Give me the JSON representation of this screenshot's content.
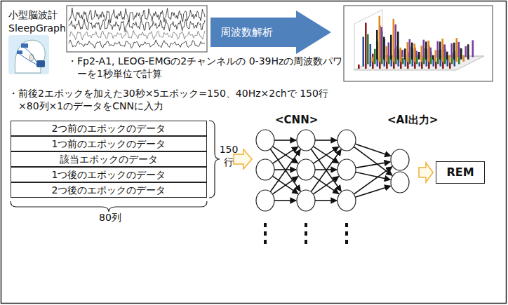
{
  "diagram": {
    "nodes": [
      {
        "text": [
          "周波数解析"
        ]
      },
      {
        "text": [
          "2つ前のエポックのデータ"
        ]
      },
      {
        "text": [
          "1つ前のエポックのデータ"
        ]
      },
      {
        "text": [
          "該当エポックのデータ"
        ]
      },
      {
        "text": [
          "1つ後のエポックのデータ"
        ]
      },
      {
        "text": [
          "2つ後のエポックのデータ"
        ]
      },
      {
        "text": [
          "REM"
        ]
      }
    ],
    "labels": [
      "小型脳波計",
      "SleepGraph",
      "・Fp2-A1, LEOG-EMGの2チャンネルの 0-39Hzの周波数パワーを1秒単位で計算",
      "・前後2エポックを加えた30秒×5エポック=150、40Hz×2chで 150行×80列×1のデータをCNNに入力",
      "150 行",
      "80列",
      "<CNN>",
      "<AI出力>"
    ]
  }
}
